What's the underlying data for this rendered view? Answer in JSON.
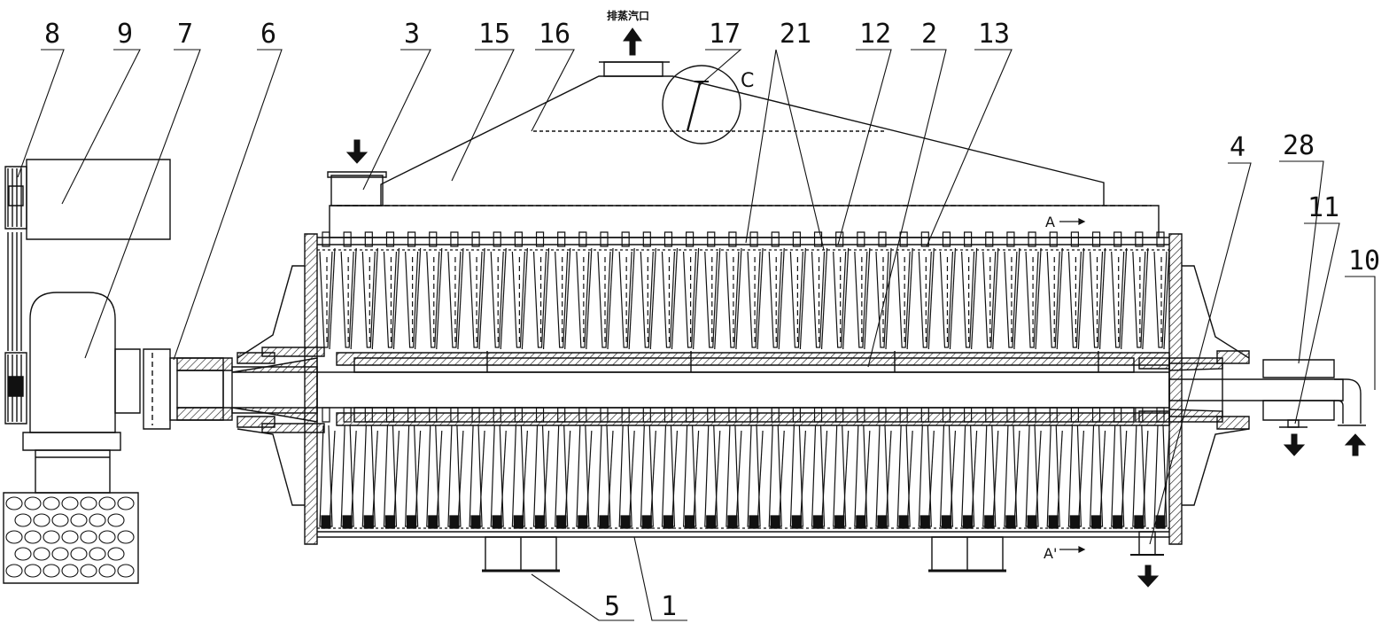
{
  "labels": [
    {
      "id": "8",
      "text": "8"
    },
    {
      "id": "9",
      "text": "9"
    },
    {
      "id": "7",
      "text": "7"
    },
    {
      "id": "6",
      "text": "6"
    },
    {
      "id": "3",
      "text": "3"
    },
    {
      "id": "15",
      "text": "15"
    },
    {
      "id": "16",
      "text": "16"
    },
    {
      "id": "17",
      "text": "17"
    },
    {
      "id": "21",
      "text": "21"
    },
    {
      "id": "12",
      "text": "12"
    },
    {
      "id": "2",
      "text": "2"
    },
    {
      "id": "13",
      "text": "13"
    },
    {
      "id": "4",
      "text": "4"
    },
    {
      "id": "28",
      "text": "28"
    },
    {
      "id": "11",
      "text": "11"
    },
    {
      "id": "10",
      "text": "10"
    },
    {
      "id": "5",
      "text": "5"
    },
    {
      "id": "1",
      "text": "1"
    }
  ],
  "annotations": {
    "exhaust_outlet": "排蒸汽口",
    "detail_c": "C",
    "section_a_top": "A",
    "section_a_bottom": "A'"
  },
  "colors": {
    "line": "#111111",
    "background": "#ffffff"
  }
}
